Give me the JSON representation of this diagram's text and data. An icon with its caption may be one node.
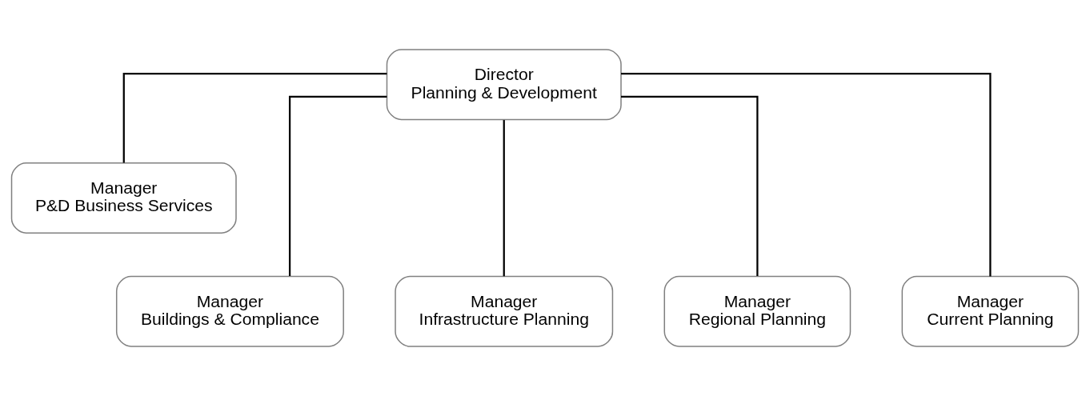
{
  "diagram": {
    "nodes": [
      {
        "text": [
          "Director",
          "Planning & Development"
        ]
      },
      {
        "text": [
          "Manager",
          "P&D Business Services"
        ]
      },
      {
        "text": [
          "Manager",
          "Buildings & Compliance"
        ]
      },
      {
        "text": [
          "Manager",
          "Infrastructure Planning"
        ]
      },
      {
        "text": [
          "Manager",
          "Regional Planning"
        ]
      },
      {
        "text": [
          "Manager",
          "Current Planning"
        ]
      }
    ],
    "edges": [
      {
        "from": 0,
        "to": 1,
        "arrow": "none"
      },
      {
        "from": 0,
        "to": 2,
        "arrow": "none"
      },
      {
        "from": 0,
        "to": 3,
        "arrow": "none"
      },
      {
        "from": 0,
        "to": 4,
        "arrow": "none"
      },
      {
        "from": 0,
        "to": 5,
        "arrow": "none"
      }
    ]
  }
}
